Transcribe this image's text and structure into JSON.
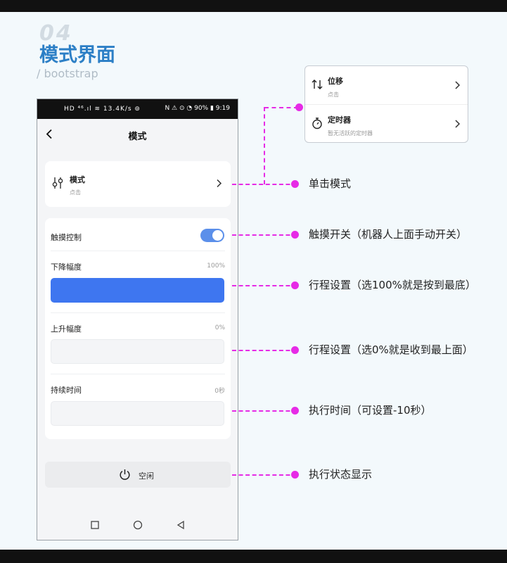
{
  "page": {
    "number": "04",
    "title": "模式界面",
    "subtitle": "/ bootstrap"
  },
  "popup": {
    "items": [
      {
        "title": "位移",
        "subtitle": "点击",
        "icon": "swap-vertical-icon"
      },
      {
        "title": "定时器",
        "subtitle": "暂无活跃的定时器",
        "icon": "stopwatch-icon"
      }
    ]
  },
  "phone": {
    "status_left": "HD ⁴⁶.ıl ≋ 13.4K/s ⊚",
    "status_right": "N ⚠ ⊙ ◔ 90% ▮ 9:19",
    "app_title": "模式",
    "mode_card": {
      "title": "模式",
      "subtitle": "点击"
    },
    "settings": {
      "touch_control": {
        "label": "触摸控制",
        "on": true
      },
      "down": {
        "label": "下降幅度",
        "value": "100%",
        "level": 1.0
      },
      "up": {
        "label": "上升幅度",
        "value": "0%",
        "level": 0.0
      },
      "duration": {
        "label": "持续时间",
        "value": "0秒",
        "level": 0.0
      }
    },
    "status_button": {
      "label": "空闲"
    }
  },
  "annotations": [
    "单击模式",
    "触摸开关（机器人上面手动开关）",
    "行程设置（选100%就是按到最底）",
    "行程设置（选0%就是收到最上面）",
    "执行时间（可设置-10秒）",
    "执行状态显示"
  ],
  "colors": {
    "accent_blue": "#3e76f0",
    "toggle_blue": "#5b8fea",
    "title_blue": "#2c7fc6",
    "annotation_magenta": "#e62be6"
  }
}
